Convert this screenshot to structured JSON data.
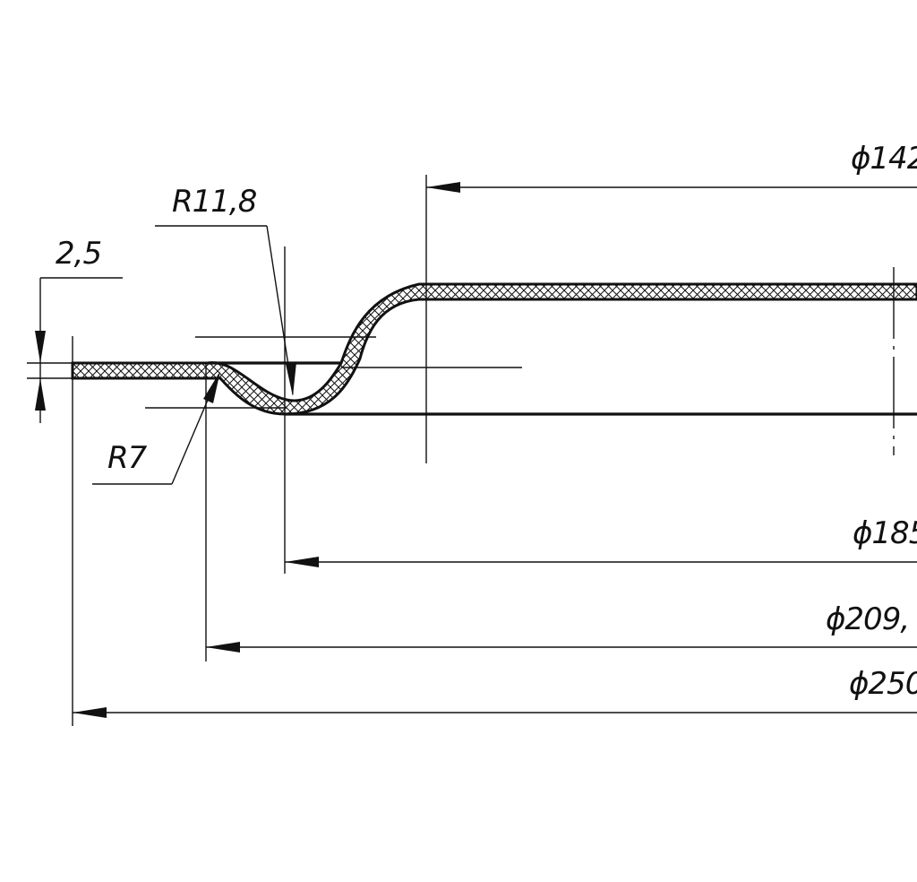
{
  "drawing": {
    "type": "engineering-section-drawing",
    "colors": {
      "line": "#111111",
      "background": "#ffffff",
      "hatch": "#111111"
    },
    "dimensions": {
      "thickness": "2,5",
      "radius_large": "R11,8",
      "radius_small": "R7",
      "dia_142": "ϕ142",
      "dia_185": "ϕ185",
      "dia_209": "ϕ209,",
      "dia_250": "ϕ250"
    }
  }
}
